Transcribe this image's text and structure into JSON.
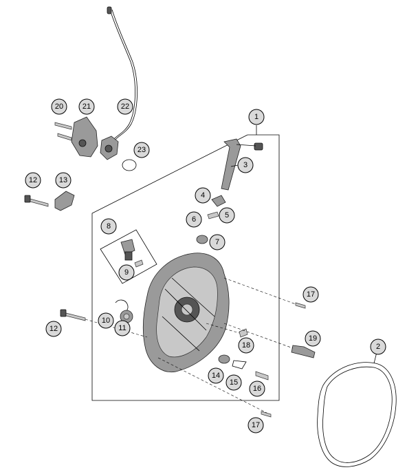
{
  "callouts": {
    "c1": "1",
    "c2": "2",
    "c3": "3",
    "c4": "4",
    "c5": "5",
    "c6": "6",
    "c7": "7",
    "c8": "8",
    "c9": "9",
    "c10": "10",
    "c11": "11",
    "c12a": "12",
    "c12b": "12",
    "c13": "13",
    "c14": "14",
    "c15": "15",
    "c16": "16",
    "c17a": "17",
    "c17b": "17",
    "c18": "18",
    "c19": "19",
    "c20": "20",
    "c21": "21",
    "c22": "22",
    "c23": "23"
  }
}
